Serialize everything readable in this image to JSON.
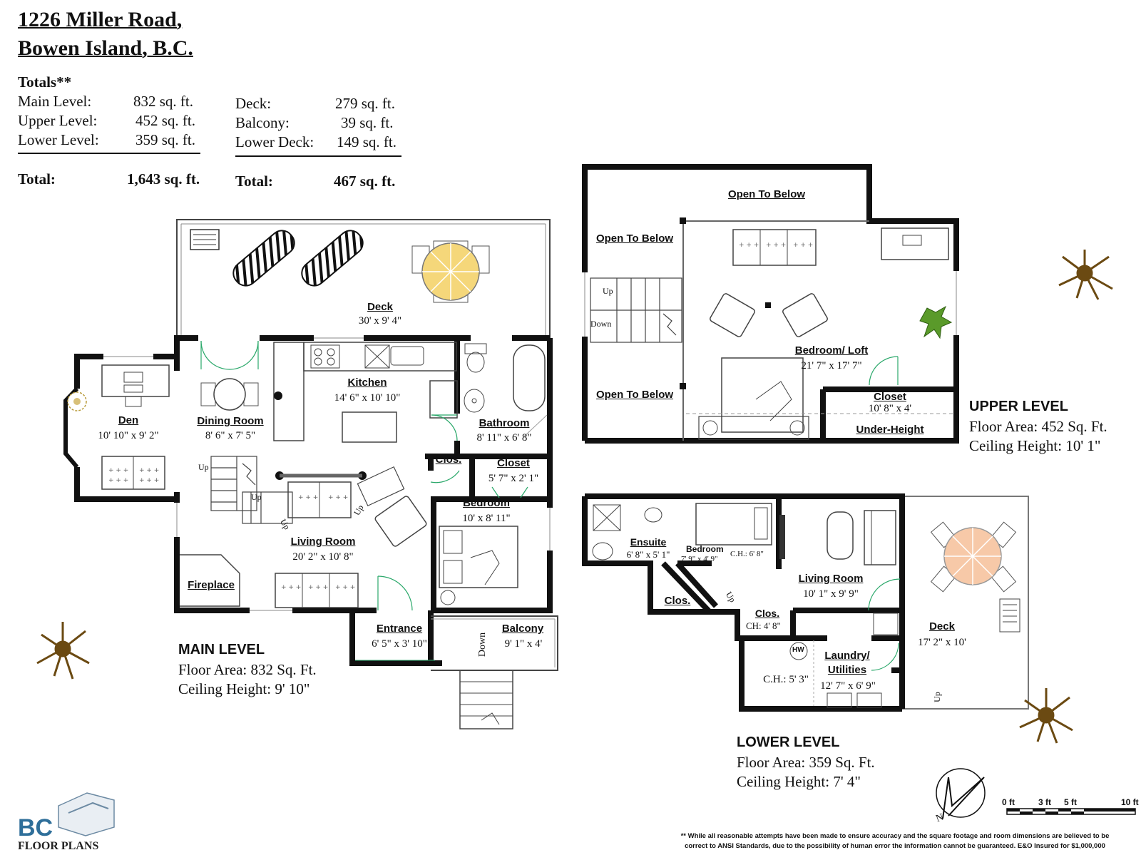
{
  "address": {
    "line1": "1226 Miller Road,",
    "line2": "Bowen Island, B.C."
  },
  "totals": {
    "heading": "Totals**",
    "left": [
      {
        "label": "Main Level:",
        "value": "832 sq. ft."
      },
      {
        "label": "Upper Level:",
        "value": "452 sq. ft."
      },
      {
        "label": "Lower Level:",
        "value": "359 sq. ft."
      }
    ],
    "left_total": {
      "label": "Total:",
      "value": "1,643 sq. ft."
    },
    "right": [
      {
        "label": "Deck:",
        "value": "279 sq. ft."
      },
      {
        "label": "Balcony:",
        "value": "39 sq. ft."
      },
      {
        "label": "Lower Deck:",
        "value": "149 sq. ft."
      }
    ],
    "right_total": {
      "label": "Total:",
      "value": "467 sq. ft."
    }
  },
  "main_level": {
    "rooms": {
      "deck": {
        "name": "Deck",
        "dim": "30' x 9' 4\""
      },
      "den": {
        "name": "Den",
        "dim": "10' 10\" x 9' 2\""
      },
      "dining": {
        "name": "Dining Room",
        "dim": "8' 6\" x 7' 5\""
      },
      "kitchen": {
        "name": "Kitchen",
        "dim": "14' 6\" x 10' 10\""
      },
      "bathroom": {
        "name": "Bathroom",
        "dim": "8' 11\" x 6' 8\""
      },
      "clos": {
        "name": "Clos."
      },
      "closet": {
        "name": "Closet",
        "dim": "5' 7\" x 2' 1\""
      },
      "bedroom": {
        "name": "Bedroom",
        "dim": "10' x 8' 11\""
      },
      "living": {
        "name": "Living Room",
        "dim": "20' 2\" x 10' 8\""
      },
      "fireplace": {
        "name": "Fireplace"
      },
      "entrance": {
        "name": "Entrance",
        "dim": "6' 5\" x 3' 10\""
      },
      "balcony": {
        "name": "Balcony",
        "dim": "9' 1\" x 4'"
      }
    },
    "stairs": {
      "up1": "Up",
      "up2": "Up",
      "up3": "Up",
      "up4": "Up",
      "down": "Down"
    },
    "label": {
      "title": "MAIN LEVEL",
      "area": "Floor Area: 832 Sq. Ft.",
      "ceiling": "Ceiling Height: 9' 10\""
    }
  },
  "upper_level": {
    "rooms": {
      "otb_top": {
        "name": "Open To Below"
      },
      "otb_left": {
        "name": "Open To Below"
      },
      "otb_bottom": {
        "name": "Open To Below"
      },
      "loft": {
        "name": "Bedroom/ Loft",
        "dim": "21' 7\" x 17' 7\""
      },
      "closet": {
        "name": "Closet",
        "dim": "10' 8\" x 4'"
      },
      "under": {
        "name": "Under-Height"
      }
    },
    "stairs": {
      "up": "Up",
      "down": "Down"
    },
    "label": {
      "title": "UPPER LEVEL",
      "area": "Floor Area: 452 Sq. Ft.",
      "ceiling": "Ceiling Height: 10' 1\""
    }
  },
  "lower_level": {
    "rooms": {
      "ensuite": {
        "name": "Ensuite",
        "dim": "6' 8\" x 5' 1\""
      },
      "bedroom": {
        "name": "Bedroom",
        "dim": "7' 9\" x 4' 9\"",
        "ch": "C.H.: 6' 8\""
      },
      "living": {
        "name": "Living Room",
        "dim": "10' 1\" x 9' 9\""
      },
      "clos1": {
        "name": "Clos."
      },
      "clos2": {
        "name": "Clos.",
        "ch": "CH: 4' 8\""
      },
      "deck": {
        "name": "Deck",
        "dim": "17' 2\" x 10'"
      },
      "laundry": {
        "name": "Laundry/ Utilities",
        "dim": "12' 7\" x 6' 9\""
      },
      "ch": "C.H.: 5' 3\"",
      "hw": "HW"
    },
    "stairs": {
      "up1": "Up",
      "up2": "Up"
    },
    "label": {
      "title": "LOWER LEVEL",
      "area": "Floor Area:  359 Sq. Ft.",
      "ceiling": "Ceiling Height: 7' 4\""
    }
  },
  "compass": {
    "north": "N"
  },
  "scale": {
    "t0": "0 ft",
    "t3": "3 ft",
    "t5": "5 ft",
    "t10": "10 ft"
  },
  "logo": {
    "letters": "BC",
    "text": "FLOOR PLANS"
  },
  "disclaimer": {
    "line1": "** While all reasonable attempts have been made to ensure accuracy and the square footage and room dimensions are believed to be",
    "line2": "correct to ANSI Standards, due to the possibility of human error the information cannot be guaranteed. E&O Insured for $1,000,000"
  },
  "colors": {
    "wall": "#111111",
    "deck_table": "#f5d77a",
    "lower_table": "#f7c9a8",
    "tree": "#6b4a12",
    "plant": "#5a9a2a",
    "door": "#2aa86a"
  },
  "icons": [
    "tree-icon",
    "plant-icon",
    "compass-icon",
    "sink-icon",
    "toilet-icon",
    "bathtub-icon",
    "stove-icon",
    "chair-icon",
    "sofa-icon",
    "bed-icon",
    "desk-icon"
  ]
}
